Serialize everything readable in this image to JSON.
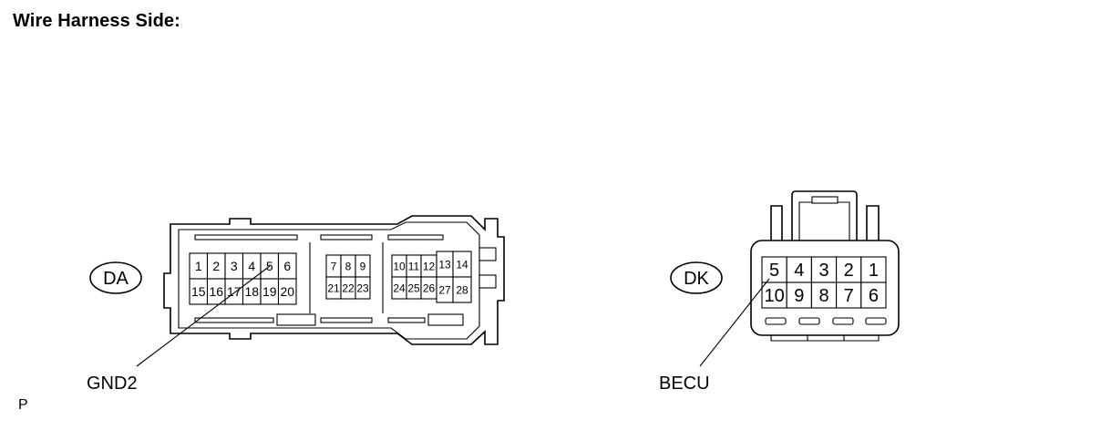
{
  "title": "Wire Harness Side:",
  "footer": "P",
  "connectors": [
    {
      "id": "DA",
      "label": "GND2",
      "pins": {
        "g1_top": [
          "1",
          "2",
          "3",
          "4",
          "5",
          "6"
        ],
        "g1_bot": [
          "15",
          "16",
          "17",
          "18",
          "19",
          "20"
        ],
        "g2_top": [
          "7",
          "8",
          "9"
        ],
        "g2_bot": [
          "21",
          "22",
          "23"
        ],
        "g3_top": [
          "10",
          "11",
          "12",
          "13",
          "14"
        ],
        "g3_bot": [
          "24",
          "25",
          "26",
          "27",
          "28"
        ]
      }
    },
    {
      "id": "DK",
      "label": "BECU",
      "pins": {
        "top": [
          "5",
          "4",
          "3",
          "2",
          "1"
        ],
        "bot": [
          "10",
          "9",
          "8",
          "7",
          "6"
        ]
      }
    }
  ]
}
